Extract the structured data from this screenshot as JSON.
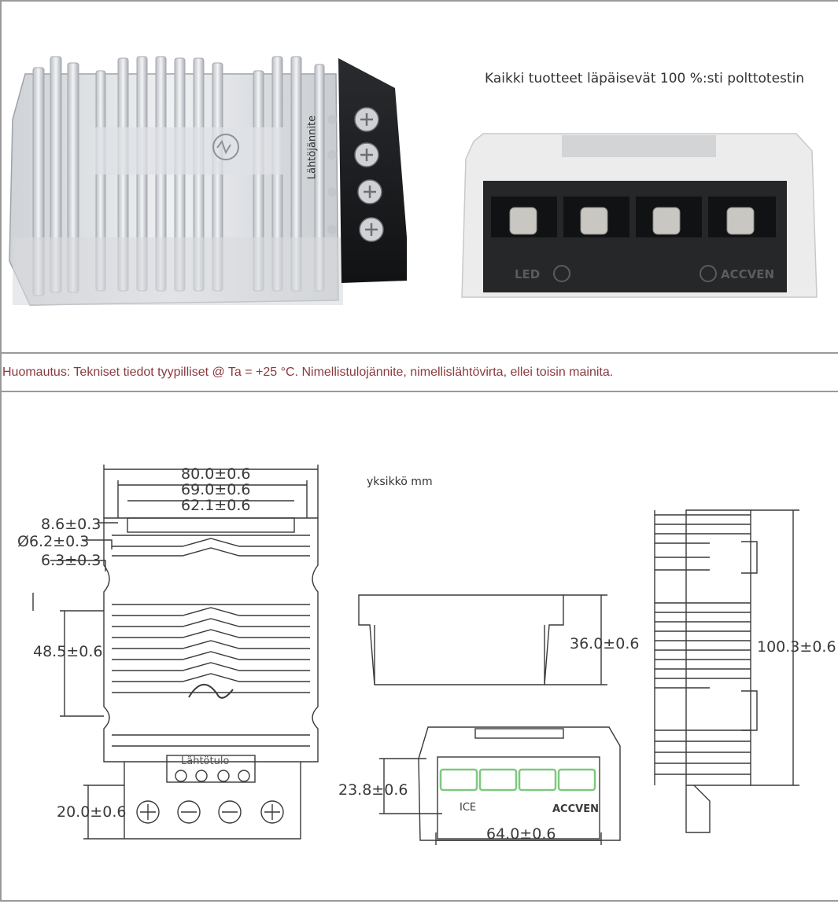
{
  "photos": {
    "top_caption": "Kaikki tuotteet läpäisevät 100 %:sti polttotestin",
    "terminal_label": "Lähtöjännite",
    "panel_led_mark": "LED",
    "panel_brand_mark": "ACCVEN"
  },
  "note": {
    "text": "Huomautus: Tekniset tiedot tyypilliset @ Ta = +25 °C. Nimellistulojännite, nimellislähtövirta, ellei toisin mainita."
  },
  "drawing": {
    "unit_label": "yksikkö mm",
    "dims": {
      "w80": "80.0±0.6",
      "w69": "69.0±0.6",
      "w62": "62.1±0.6",
      "d86": "8.6±0.3",
      "d62": "Ø6.2±0.3",
      "d63": "6.3±0.3",
      "h485": "48.5±0.6",
      "h20": "20.0±0.6",
      "h36": "36.0±0.6",
      "h238": "23.8±0.6",
      "w64": "64.0±0.6",
      "h1003": "100.3±0.6"
    },
    "terminal_text": "Lähtötulo",
    "ice_label": "ICE",
    "brand_label": "ACCVEN"
  },
  "colors": {
    "note_color": "#8a3a3f",
    "frame": "#9a9a9a",
    "terminal_green": "#7ec87e"
  }
}
